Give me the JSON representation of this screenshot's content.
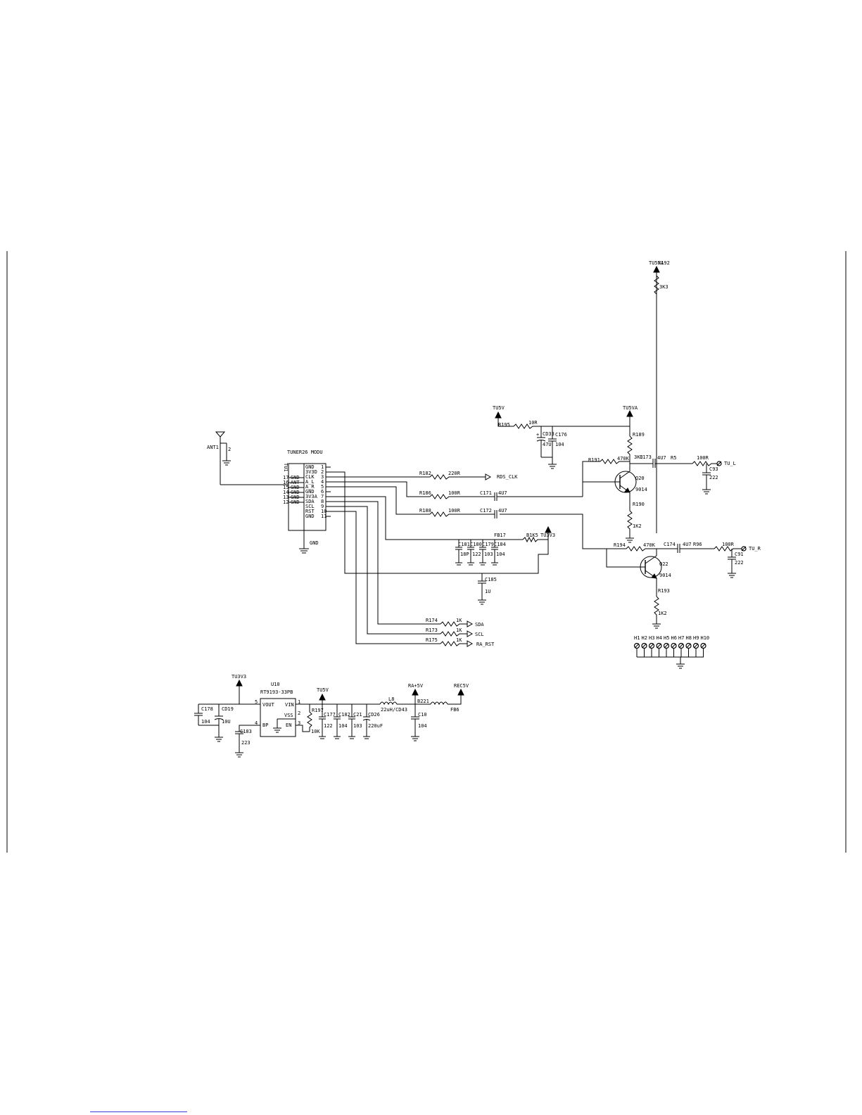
{
  "ant": {
    "ref": "ANT1",
    "pin": "2"
  },
  "tuner": {
    "ref": "TU1",
    "part": "TUNER26 MODU",
    "gnd_label": "GND",
    "right_pins": [
      {
        "name": "GND",
        "num": "1"
      },
      {
        "name": "3V3D",
        "num": "2"
      },
      {
        "name": "CLK",
        "num": "3"
      },
      {
        "name": "A_L",
        "num": "4"
      },
      {
        "name": "A_R",
        "num": "5"
      },
      {
        "name": "GND",
        "num": "6"
      },
      {
        "name": "3V3A",
        "num": "7"
      },
      {
        "name": "SDA",
        "num": "8"
      },
      {
        "name": "SCL",
        "num": "9"
      },
      {
        "name": "RST",
        "num": "10"
      },
      {
        "name": "GND",
        "num": "11"
      }
    ],
    "left_pins": [
      {
        "name": "GND",
        "num": "17"
      },
      {
        "name": "ANT",
        "num": "16"
      },
      {
        "name": "GND",
        "num": "15"
      },
      {
        "name": "GND",
        "num": "14"
      },
      {
        "name": "GND",
        "num": "13"
      },
      {
        "name": "GND",
        "num": "12"
      }
    ]
  },
  "nets": {
    "tu5v": "TU5V",
    "tu5va": "TU5VA",
    "tu3v3": "TU3V3",
    "ra45v": "RA+5V",
    "rec5v": "REC5V",
    "rds_clk": "RDS_CLK",
    "sda": "SDA",
    "scl": "SCL",
    "ra_rst": "RA_RST",
    "tu_l": "TU_L",
    "tu_r": "TU_R"
  },
  "parts": {
    "R195": {
      "ref": "R195",
      "val": "10R"
    },
    "CD33": {
      "ref": "CD33",
      "val": "47U"
    },
    "C176": {
      "ref": "C176",
      "val": "104"
    },
    "R189": {
      "ref": "R189",
      "val": "3K3"
    },
    "R191": {
      "ref": "R191",
      "val": "470K"
    },
    "C173": {
      "ref": "C173",
      "val": "4U7"
    },
    "R5": {
      "ref": "R5",
      "val": "100R"
    },
    "C93": {
      "ref": "C93",
      "val": "222"
    },
    "Q20": {
      "ref": "Q20",
      "val": "9014"
    },
    "R190": {
      "ref": "R190",
      "val": "1K2"
    },
    "R192": {
      "ref": "R192",
      "val": "3K3"
    },
    "R194": {
      "ref": "R194",
      "val": "470K"
    },
    "C174": {
      "ref": "C174",
      "val": "4U7"
    },
    "R96": {
      "ref": "R96",
      "val": "100R"
    },
    "C91": {
      "ref": "C91",
      "val": "222"
    },
    "Q22": {
      "ref": "Q22",
      "val": "9014"
    },
    "R193": {
      "ref": "R193",
      "val": "1K2"
    },
    "R182": {
      "ref": "R182",
      "val": "220R"
    },
    "R186": {
      "ref": "R186",
      "val": "100R"
    },
    "C171": {
      "ref": "C171",
      "val": "4U7"
    },
    "R188": {
      "ref": "R188",
      "val": "100R"
    },
    "C172": {
      "ref": "C172",
      "val": "4U7"
    },
    "FB17": {
      "ref": "FB17",
      "val": "B1K5"
    },
    "C181": {
      "ref": "C181",
      "val": "18P"
    },
    "C180": {
      "ref": "C180",
      "val": "122"
    },
    "C179": {
      "ref": "C179",
      "val": "103"
    },
    "C184": {
      "ref": "C184",
      "val": "104"
    },
    "C185": {
      "ref": "C185",
      "val": "1U"
    },
    "R174": {
      "ref": "R174",
      "val": "1K"
    },
    "R173": {
      "ref": "R173",
      "val": "1K"
    },
    "R175": {
      "ref": "R175",
      "val": "1K"
    },
    "U10": {
      "ref": "U10",
      "val": "RT9193-33PB"
    },
    "C178": {
      "ref": "C178",
      "val": "104"
    },
    "CD19": {
      "ref": "CD19",
      "val": "10U"
    },
    "C183": {
      "ref": "C183",
      "val": "223"
    },
    "R197": {
      "ref": "R197",
      "val": "10K"
    },
    "C177": {
      "ref": "C177",
      "val": "122"
    },
    "C182": {
      "ref": "C182",
      "val": "104"
    },
    "C21": {
      "ref": "C21",
      "val": "103"
    },
    "CD26": {
      "ref": "CD26",
      "val": "220uF"
    },
    "L8": {
      "ref": "L8",
      "val": "22uH/CD43"
    },
    "B221": {
      "ref": "B221",
      "val": ""
    },
    "C10": {
      "ref": "C10",
      "val": "104"
    },
    "FB6": {
      "ref": "FB6",
      "val": ""
    }
  },
  "u10_pins": {
    "vout": "VOUT",
    "bp": "BP",
    "vin": "VIN",
    "vss": "VSS",
    "en": "EN",
    "p5": "5",
    "p4": "4",
    "p1": "1",
    "p2": "2",
    "p3": "3"
  },
  "holes": [
    "H1",
    "H2",
    "H3",
    "H4",
    "H5",
    "H6",
    "H7",
    "H8",
    "H9",
    "H10"
  ]
}
